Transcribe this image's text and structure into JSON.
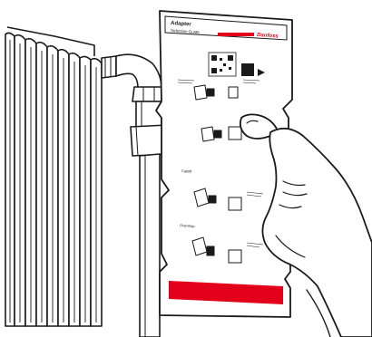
{
  "guide": {
    "title": "Adapter",
    "subtitle": "Selection Guide",
    "brand": "Danfoss",
    "header_color": "#e2001a",
    "footer_color": "#e2001a",
    "section_labels": [
      "Caleffi",
      "Oventrop"
    ]
  },
  "colors": {
    "outline": "#1a1a1a",
    "paper": "#ffffff",
    "accent": "#e2001a"
  }
}
